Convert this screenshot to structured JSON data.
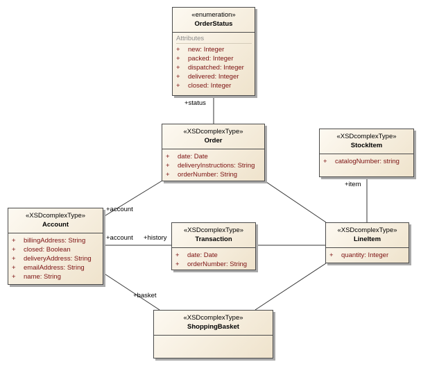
{
  "classes": {
    "orderstatus": {
      "stereotype": "«enumeration»",
      "name": "OrderStatus",
      "section": "Attributes",
      "attributes": [
        {
          "vis": "+",
          "text": "new:  Integer"
        },
        {
          "vis": "+",
          "text": "packed:  Integer"
        },
        {
          "vis": "+",
          "text": "dispatched:  Integer"
        },
        {
          "vis": "+",
          "text": "delivered:  Integer"
        },
        {
          "vis": "+",
          "text": "closed:  Integer"
        }
      ]
    },
    "order": {
      "stereotype": "«XSDcomplexType»",
      "name": "Order",
      "attributes": [
        {
          "vis": "+",
          "text": "date:  Date"
        },
        {
          "vis": "+",
          "text": "deliveryInstructions:  String"
        },
        {
          "vis": "+",
          "text": "orderNumber:  String"
        }
      ]
    },
    "stockitem": {
      "stereotype": "«XSDcomplexType»",
      "name": "StockItem",
      "attributes": [
        {
          "vis": "+",
          "text": "catalogNumber:  string"
        }
      ]
    },
    "account": {
      "stereotype": "«XSDcomplexType»",
      "name": "Account",
      "attributes": [
        {
          "vis": "+",
          "text": "billingAddress:  String"
        },
        {
          "vis": "+",
          "text": "closed:  Boolean"
        },
        {
          "vis": "+",
          "text": "deliveryAddress:  String"
        },
        {
          "vis": "+",
          "text": "emailAddress:  String"
        },
        {
          "vis": "+",
          "text": "name:  String"
        }
      ]
    },
    "transaction": {
      "stereotype": "«XSDcomplexType»",
      "name": "Transaction",
      "attributes": [
        {
          "vis": "+",
          "text": "date:  Date"
        },
        {
          "vis": "+",
          "text": "orderNumber:  String"
        }
      ]
    },
    "lineitem": {
      "stereotype": "«XSDcomplexType»",
      "name": "LineItem",
      "attributes": [
        {
          "vis": "+",
          "text": "quantity:  Integer"
        }
      ]
    },
    "shoppingbasket": {
      "stereotype": "«XSDcomplexType»",
      "name": "ShoppingBasket",
      "attributes": []
    }
  },
  "roles": {
    "status": "+status",
    "item": "+item",
    "account_order": "+account",
    "account_transaction": "+account",
    "history": "+history",
    "basket": "+basket"
  },
  "colors": {
    "attribute_text": "#7b1010",
    "class_fill_light": "#fdf9f1",
    "class_fill_dark": "#efe3cc",
    "border": "#4a4a4a"
  }
}
